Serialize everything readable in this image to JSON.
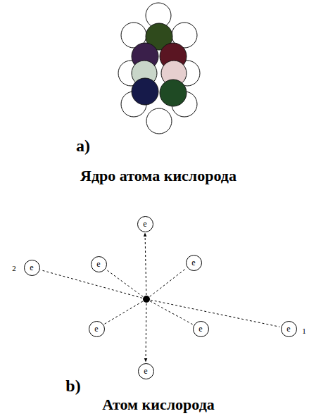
{
  "diagram": {
    "nodes": [
      {
        "text": [
          "e"
        ]
      },
      {
        "text": [
          "e"
        ]
      },
      {
        "text": [
          "e"
        ]
      },
      {
        "text": [
          "e"
        ]
      },
      {
        "text": [
          "e"
        ]
      },
      {
        "text": [
          "e"
        ]
      },
      {
        "text": [
          "e"
        ]
      },
      {
        "text": [
          "e"
        ]
      }
    ],
    "labels": [
      "a)",
      "Ядро атома кислорода",
      "2",
      "1",
      "b)",
      "Атом кислорода"
    ]
  }
}
